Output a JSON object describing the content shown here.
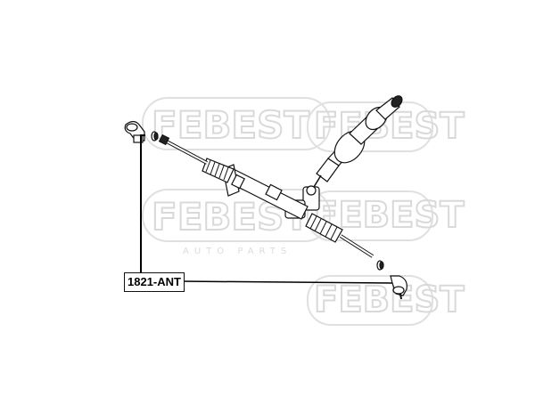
{
  "watermark": {
    "brand": "FEBEST",
    "subtitle": "AUTO PARTS"
  },
  "callout": {
    "part_number": "1821-ANT"
  },
  "colors": {
    "line": "#111111",
    "watermark": "#d9d9d9",
    "background": "#ffffff"
  }
}
